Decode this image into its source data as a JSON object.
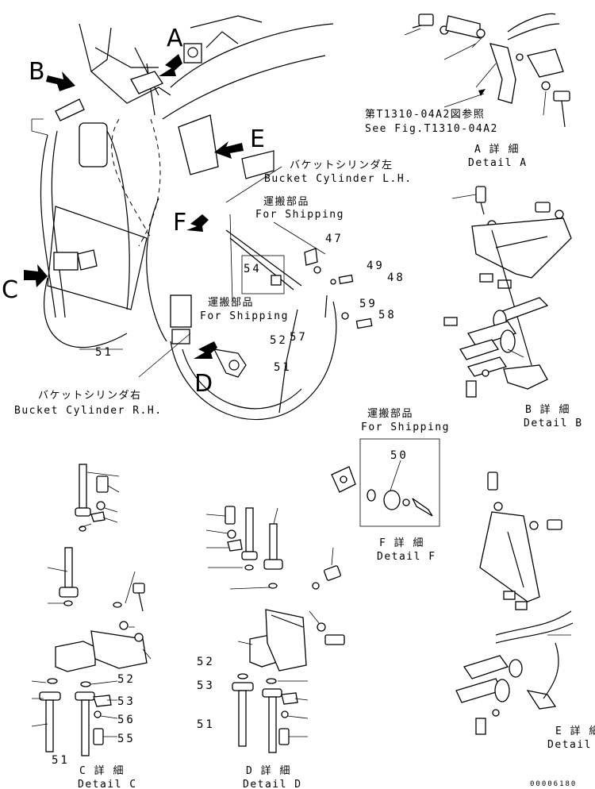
{
  "refs": {
    "see_fig_jp": "第T1310-04A2図参照",
    "see_fig_en": "See Fig.T1310-04A2"
  },
  "callouts": {
    "bucket_cyl_lh_jp": "バケットシリンダ左",
    "bucket_cyl_lh_en": "Bucket Cylinder L.H.",
    "bucket_cyl_rh_jp": "バケットシリンダ右",
    "bucket_cyl_rh_en": "Bucket Cylinder R.H.",
    "shipping_jp": "運搬部品",
    "shipping_en": "For Shipping"
  },
  "view_letters": [
    "A",
    "B",
    "C",
    "D",
    "E",
    "F"
  ],
  "details": {
    "a_jp": "A 詳 細",
    "a_en": "Detail A",
    "b_jp": "B 詳 細",
    "b_en": "Detail B",
    "c_jp": "C 詳 細",
    "c_en": "Detail C",
    "d_jp": "D 詳 細",
    "d_en": "Detail D",
    "e_jp": "E 詳 細",
    "e_en": "Detail E",
    "f_jp": "F 詳 細",
    "f_en": "Detail F"
  },
  "part_numbers": {
    "p47": "47",
    "p48": "48",
    "p49": "49",
    "p50": "50",
    "p51": "51",
    "p52": "52",
    "p53": "53",
    "p54": "54",
    "p55": "55",
    "p56": "56",
    "p57": "57",
    "p58": "58",
    "p59": "59"
  },
  "drawing_number": "00006180"
}
